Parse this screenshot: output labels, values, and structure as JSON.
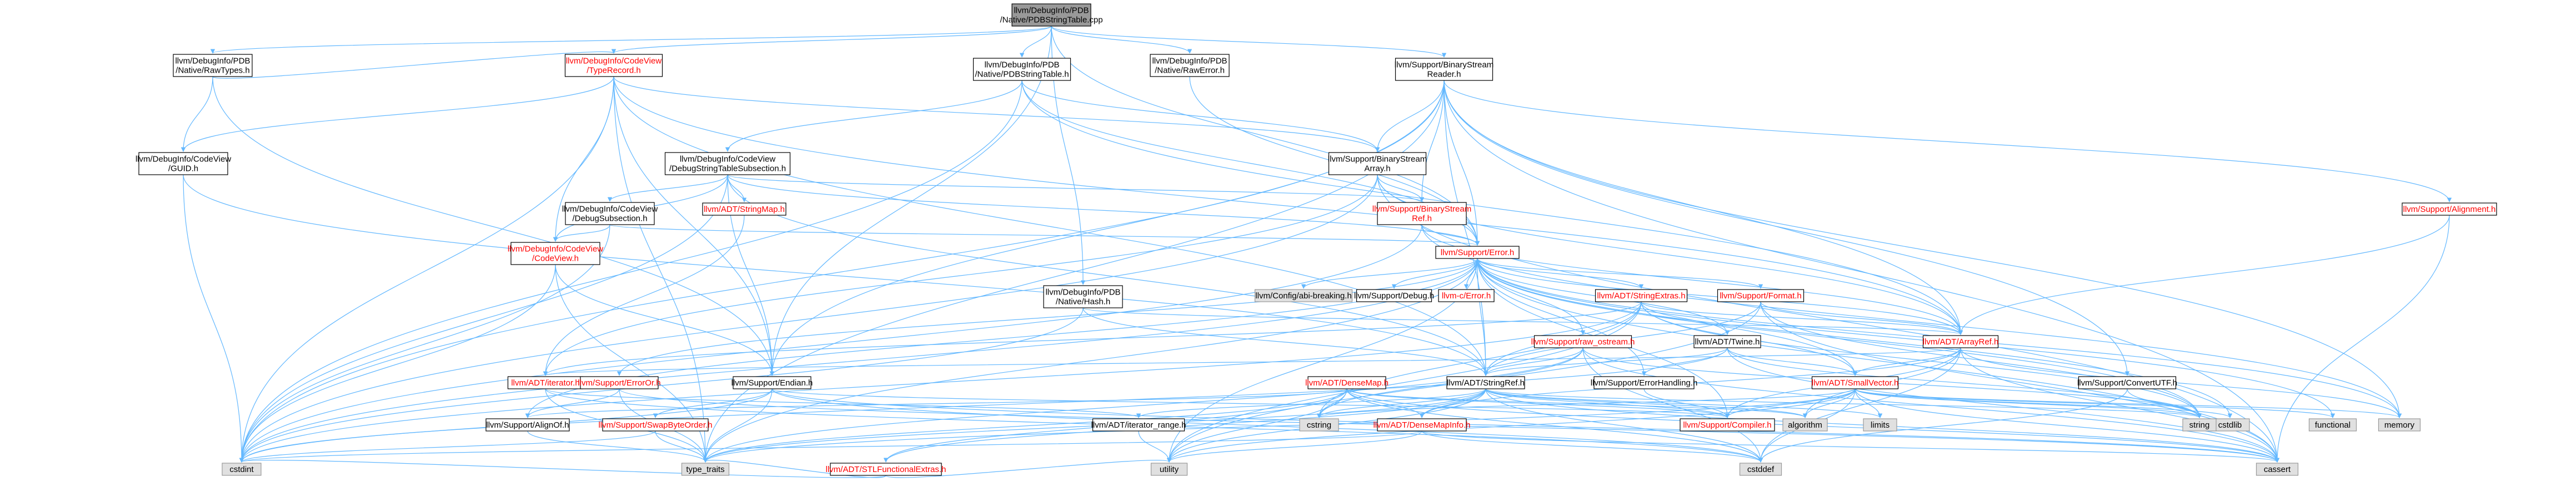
{
  "colors": {
    "edge": "#63b8ff",
    "node_border": "#000000",
    "node_fill": "#ffffff",
    "root_fill": "#999999",
    "system_fill": "#e0e0e0",
    "system_border": "#999999",
    "red_text": "#ff0000"
  },
  "nodes": [
    {
      "id": "root",
      "lines": [
        "llvm/DebugInfo/PDB",
        "/Native/PDBStringTable.cpp"
      ],
      "style": "root"
    },
    {
      "id": "rawtypes",
      "lines": [
        "llvm/DebugInfo/PDB",
        "/Native/RawTypes.h"
      ],
      "style": "normal"
    },
    {
      "id": "typerecord",
      "lines": [
        "llvm/DebugInfo/CodeView",
        "/TypeRecord.h"
      ],
      "style": "red"
    },
    {
      "id": "pdbstrtable",
      "lines": [
        "llvm/DebugInfo/PDB",
        "/Native/PDBStringTable.h"
      ],
      "style": "normal"
    },
    {
      "id": "rawerror",
      "lines": [
        "llvm/DebugInfo/PDB",
        "/Native/RawError.h"
      ],
      "style": "normal"
    },
    {
      "id": "bsreader",
      "lines": [
        "llvm/Support/BinaryStream",
        "Reader.h"
      ],
      "style": "normal"
    },
    {
      "id": "guid",
      "lines": [
        "llvm/DebugInfo/CodeView",
        "/GUID.h"
      ],
      "style": "normal"
    },
    {
      "id": "dsts",
      "lines": [
        "llvm/DebugInfo/CodeView",
        "/DebugStringTableSubsection.h"
      ],
      "style": "normal"
    },
    {
      "id": "bsarray",
      "lines": [
        "llvm/Support/BinaryStream",
        "Array.h"
      ],
      "style": "normal"
    },
    {
      "id": "alignment",
      "lines": [
        "llvm/Support/Alignment.h"
      ],
      "style": "red"
    },
    {
      "id": "dsubsec",
      "lines": [
        "llvm/DebugInfo/CodeView",
        "/DebugSubsection.h"
      ],
      "style": "normal"
    },
    {
      "id": "stringmap",
      "lines": [
        "llvm/ADT/StringMap.h"
      ],
      "style": "red"
    },
    {
      "id": "bsref",
      "lines": [
        "llvm/Support/BinaryStream",
        "Ref.h"
      ],
      "style": "red"
    },
    {
      "id": "codeview",
      "lines": [
        "llvm/DebugInfo/CodeView",
        "/CodeView.h"
      ],
      "style": "red"
    },
    {
      "id": "error",
      "lines": [
        "llvm/Support/Error.h"
      ],
      "style": "red"
    },
    {
      "id": "hash",
      "lines": [
        "llvm/DebugInfo/PDB",
        "/Native/Hash.h"
      ],
      "style": "normal"
    },
    {
      "id": "configbreak",
      "lines": [
        "llvm/Config/abi-breaking.h"
      ],
      "style": "system"
    },
    {
      "id": "debug",
      "lines": [
        "llvm/Support/Debug.h"
      ],
      "style": "normal"
    },
    {
      "id": "cerror",
      "lines": [
        "llvm-c/Error.h"
      ],
      "style": "red"
    },
    {
      "id": "strextras",
      "lines": [
        "llvm/ADT/StringExtras.h"
      ],
      "style": "red"
    },
    {
      "id": "format",
      "lines": [
        "llvm/Support/Format.h"
      ],
      "style": "red"
    },
    {
      "id": "rawostream",
      "lines": [
        "llvm/Support/raw_ostream.h"
      ],
      "style": "red"
    },
    {
      "id": "twine",
      "lines": [
        "llvm/ADT/Twine.h"
      ],
      "style": "normal"
    },
    {
      "id": "arrayref",
      "lines": [
        "llvm/ADT/ArrayRef.h"
      ],
      "style": "red"
    },
    {
      "id": "convertutf",
      "lines": [
        "llvm/Support/ConvertUTF.h"
      ],
      "style": "normal"
    },
    {
      "id": "iterator",
      "lines": [
        "llvm/ADT/iterator.h"
      ],
      "style": "red"
    },
    {
      "id": "erroror",
      "lines": [
        "llvm/Support/ErrorOr.h"
      ],
      "style": "red"
    },
    {
      "id": "endian",
      "lines": [
        "llvm/Support/Endian.h"
      ],
      "style": "normal"
    },
    {
      "id": "densemap",
      "lines": [
        "llvm/ADT/DenseMap.h"
      ],
      "style": "red"
    },
    {
      "id": "stringref",
      "lines": [
        "llvm/ADT/StringRef.h"
      ],
      "style": "normal"
    },
    {
      "id": "errhandling",
      "lines": [
        "llvm/Support/ErrorHandling.h"
      ],
      "style": "normal"
    },
    {
      "id": "smallvector",
      "lines": [
        "llvm/ADT/SmallVector.h"
      ],
      "style": "red"
    },
    {
      "id": "alignof",
      "lines": [
        "llvm/Support/AlignOf.h"
      ],
      "style": "normal"
    },
    {
      "id": "swapbyte",
      "lines": [
        "llvm/Support/SwapByteOrder.h"
      ],
      "style": "red"
    },
    {
      "id": "itrange",
      "lines": [
        "llvm/ADT/iterator_range.h"
      ],
      "style": "normal"
    },
    {
      "id": "stlfunc",
      "lines": [
        "llvm/ADT/STLFunctionalExtras.h"
      ],
      "style": "red"
    },
    {
      "id": "densemapinfo",
      "lines": [
        "llvm/ADT/DenseMapInfo.h"
      ],
      "style": "red"
    },
    {
      "id": "compiler",
      "lines": [
        "llvm/Support/Compiler.h"
      ],
      "style": "red"
    },
    {
      "id": "cstring",
      "lines": [
        "cstring"
      ],
      "style": "system"
    },
    {
      "id": "algorithm",
      "lines": [
        "algorithm"
      ],
      "style": "system"
    },
    {
      "id": "limits",
      "lines": [
        "limits"
      ],
      "style": "system"
    },
    {
      "id": "cstdlib",
      "lines": [
        "cstdlib"
      ],
      "style": "system"
    },
    {
      "id": "string",
      "lines": [
        "string"
      ],
      "style": "system"
    },
    {
      "id": "functional",
      "lines": [
        "functional"
      ],
      "style": "system"
    },
    {
      "id": "memory",
      "lines": [
        "memory"
      ],
      "style": "system"
    },
    {
      "id": "cstdint",
      "lines": [
        "cstdint"
      ],
      "style": "system"
    },
    {
      "id": "typetraits",
      "lines": [
        "type_traits"
      ],
      "style": "system"
    },
    {
      "id": "utility",
      "lines": [
        "utility"
      ],
      "style": "system"
    },
    {
      "id": "cstddef",
      "lines": [
        "cstddef"
      ],
      "style": "system"
    },
    {
      "id": "cassert",
      "lines": [
        "cassert"
      ],
      "style": "system"
    }
  ],
  "edges": [
    [
      "root",
      "rawtypes"
    ],
    [
      "root",
      "typerecord"
    ],
    [
      "root",
      "pdbstrtable"
    ],
    [
      "root",
      "rawerror"
    ],
    [
      "root",
      "bsreader"
    ],
    [
      "root",
      "hash"
    ],
    [
      "root",
      "error"
    ],
    [
      "root",
      "endian"
    ],
    [
      "rawtypes",
      "guid"
    ],
    [
      "rawtypes",
      "endian"
    ],
    [
      "rawtypes",
      "typerecord"
    ],
    [
      "typerecord",
      "guid"
    ],
    [
      "typerecord",
      "codeview"
    ],
    [
      "typerecord",
      "bsarray"
    ],
    [
      "typerecord",
      "endian"
    ],
    [
      "typerecord",
      "arrayref"
    ],
    [
      "typerecord",
      "stringref"
    ],
    [
      "typerecord",
      "cstdint"
    ],
    [
      "typerecord",
      "typetraits"
    ],
    [
      "pdbstrtable",
      "dsts"
    ],
    [
      "pdbstrtable",
      "bsarray"
    ],
    [
      "pdbstrtable",
      "error"
    ],
    [
      "pdbstrtable",
      "arrayref"
    ],
    [
      "pdbstrtable",
      "cstdint"
    ],
    [
      "rawerror",
      "error"
    ],
    [
      "bsreader",
      "bsarray"
    ],
    [
      "bsreader",
      "bsref"
    ],
    [
      "bsreader",
      "alignment"
    ],
    [
      "bsreader",
      "error"
    ],
    [
      "bsreader",
      "arrayref"
    ],
    [
      "bsreader",
      "convertutf"
    ],
    [
      "bsreader",
      "endian"
    ],
    [
      "bsreader",
      "stringref"
    ],
    [
      "bsreader",
      "cstdint"
    ],
    [
      "bsreader",
      "memory"
    ],
    [
      "bsreader",
      "typetraits"
    ],
    [
      "bsreader",
      "cassert"
    ],
    [
      "guid",
      "stringref"
    ],
    [
      "guid",
      "cstdint"
    ],
    [
      "dsts",
      "dsubsec"
    ],
    [
      "dsts",
      "codeview"
    ],
    [
      "dsts",
      "stringmap"
    ],
    [
      "dsts",
      "bsref"
    ],
    [
      "dsts",
      "error"
    ],
    [
      "dsts",
      "stringref"
    ],
    [
      "dsts",
      "cstdint"
    ],
    [
      "dsts",
      "endian"
    ],
    [
      "bsarray",
      "bsref"
    ],
    [
      "bsarray",
      "error"
    ],
    [
      "bsarray",
      "arrayref"
    ],
    [
      "bsarray",
      "iterator"
    ],
    [
      "bsarray",
      "cassert"
    ],
    [
      "bsarray",
      "cstdint"
    ],
    [
      "alignment",
      "arrayref"
    ],
    [
      "alignment",
      "cassert"
    ],
    [
      "dsubsec",
      "codeview"
    ],
    [
      "dsubsec",
      "error"
    ],
    [
      "dsubsec",
      "cstdint"
    ],
    [
      "stringmap",
      "iterator"
    ],
    [
      "bsref",
      "error"
    ],
    [
      "bsref",
      "arrayref"
    ],
    [
      "bsref",
      "cstdint"
    ],
    [
      "bsref",
      "memory"
    ],
    [
      "codeview",
      "endian"
    ],
    [
      "codeview",
      "cstdint"
    ],
    [
      "codeview",
      "typetraits"
    ],
    [
      "error",
      "configbreak"
    ],
    [
      "error",
      "debug"
    ],
    [
      "error",
      "cerror"
    ],
    [
      "error",
      "strextras"
    ],
    [
      "error",
      "format"
    ],
    [
      "error",
      "rawostream"
    ],
    [
      "error",
      "twine"
    ],
    [
      "error",
      "smallvector"
    ],
    [
      "error",
      "erroror"
    ],
    [
      "error",
      "errhandling"
    ],
    [
      "error",
      "alignof"
    ],
    [
      "error",
      "compiler"
    ],
    [
      "error",
      "cassert"
    ],
    [
      "error",
      "cstdint"
    ],
    [
      "error",
      "cstdlib"
    ],
    [
      "error",
      "functional"
    ],
    [
      "error",
      "memory"
    ],
    [
      "error",
      "string"
    ],
    [
      "error",
      "typetraits"
    ],
    [
      "error",
      "utility"
    ],
    [
      "error",
      "arrayref"
    ],
    [
      "error",
      "stringref"
    ],
    [
      "hash",
      "arrayref"
    ],
    [
      "hash",
      "stringref"
    ],
    [
      "hash",
      "cstdint"
    ],
    [
      "strextras",
      "arrayref"
    ],
    [
      "strextras",
      "smallvector"
    ],
    [
      "strextras",
      "stringref"
    ],
    [
      "strextras",
      "twine"
    ],
    [
      "strextras",
      "iterator"
    ],
    [
      "strextras",
      "cstring"
    ],
    [
      "strextras",
      "cstdint"
    ],
    [
      "strextras",
      "string"
    ],
    [
      "strextras",
      "utility"
    ],
    [
      "format",
      "arrayref"
    ],
    [
      "format",
      "stringref"
    ],
    [
      "format",
      "cassert"
    ],
    [
      "format",
      "string"
    ],
    [
      "format",
      "utility"
    ],
    [
      "rawostream",
      "stringref"
    ],
    [
      "rawostream",
      "cassert"
    ],
    [
      "rawostream",
      "cstddef"
    ],
    [
      "rawostream",
      "cstring"
    ],
    [
      "rawostream",
      "string"
    ],
    [
      "rawostream",
      "typetraits"
    ],
    [
      "twine",
      "smallvector"
    ],
    [
      "twine",
      "stringref"
    ],
    [
      "twine",
      "errhandling"
    ],
    [
      "twine",
      "cassert"
    ],
    [
      "twine",
      "cstdint"
    ],
    [
      "twine",
      "string"
    ],
    [
      "arrayref",
      "densemapinfo"
    ],
    [
      "arrayref",
      "smallvector"
    ],
    [
      "arrayref",
      "compiler"
    ],
    [
      "arrayref",
      "algorithm"
    ],
    [
      "arrayref",
      "cassert"
    ],
    [
      "arrayref",
      "cstddef"
    ],
    [
      "arrayref",
      "memory"
    ],
    [
      "arrayref",
      "iterator"
    ],
    [
      "convertutf",
      "cstddef"
    ],
    [
      "convertutf",
      "string"
    ],
    [
      "iterator",
      "itrange"
    ],
    [
      "iterator",
      "cstddef"
    ],
    [
      "iterator",
      "typetraits"
    ],
    [
      "erroror",
      "alignof"
    ],
    [
      "erroror",
      "cassert"
    ],
    [
      "erroror",
      "typetraits"
    ],
    [
      "endian",
      "swapbyte"
    ],
    [
      "endian",
      "compiler"
    ],
    [
      "endian",
      "cassert"
    ],
    [
      "endian",
      "cstddef"
    ],
    [
      "endian",
      "cstdint"
    ],
    [
      "endian",
      "typetraits"
    ],
    [
      "densemap",
      "densemapinfo"
    ],
    [
      "densemap",
      "stlfunc"
    ],
    [
      "densemap",
      "alignof"
    ],
    [
      "densemap",
      "compiler"
    ],
    [
      "densemap",
      "algorithm"
    ],
    [
      "densemap",
      "cassert"
    ],
    [
      "densemap",
      "cstddef"
    ],
    [
      "densemap",
      "cstring"
    ],
    [
      "densemap",
      "utility"
    ],
    [
      "densemap",
      "typetraits"
    ],
    [
      "stringref",
      "densemapinfo"
    ],
    [
      "stringref",
      "stlfunc"
    ],
    [
      "stringref",
      "itrange"
    ],
    [
      "stringref",
      "compiler"
    ],
    [
      "stringref",
      "algorithm"
    ],
    [
      "stringref",
      "cassert"
    ],
    [
      "stringref",
      "cstddef"
    ],
    [
      "stringref",
      "cstring"
    ],
    [
      "stringref",
      "limits"
    ],
    [
      "stringref",
      "string"
    ],
    [
      "stringref",
      "typetraits"
    ],
    [
      "stringref",
      "utility"
    ],
    [
      "errhandling",
      "compiler"
    ],
    [
      "smallvector",
      "compiler"
    ],
    [
      "smallvector",
      "algorithm"
    ],
    [
      "smallvector",
      "cassert"
    ],
    [
      "smallvector",
      "cstddef"
    ],
    [
      "smallvector",
      "cstdlib"
    ],
    [
      "smallvector",
      "cstring"
    ],
    [
      "smallvector",
      "functional"
    ],
    [
      "smallvector",
      "limits"
    ],
    [
      "smallvector",
      "memory"
    ],
    [
      "smallvector",
      "typetraits"
    ],
    [
      "smallvector",
      "utility"
    ],
    [
      "smallvector",
      "string"
    ],
    [
      "alignof",
      "typetraits"
    ],
    [
      "swapbyte",
      "cstdint"
    ],
    [
      "swapbyte",
      "typetraits"
    ],
    [
      "itrange",
      "utility"
    ],
    [
      "stlfunc",
      "cstdint"
    ],
    [
      "stlfunc",
      "typetraits"
    ],
    [
      "stlfunc",
      "utility"
    ],
    [
      "densemapinfo",
      "cassert"
    ],
    [
      "densemapinfo",
      "cstddef"
    ],
    [
      "densemapinfo",
      "cstdint"
    ],
    [
      "densemapinfo",
      "utility"
    ]
  ]
}
